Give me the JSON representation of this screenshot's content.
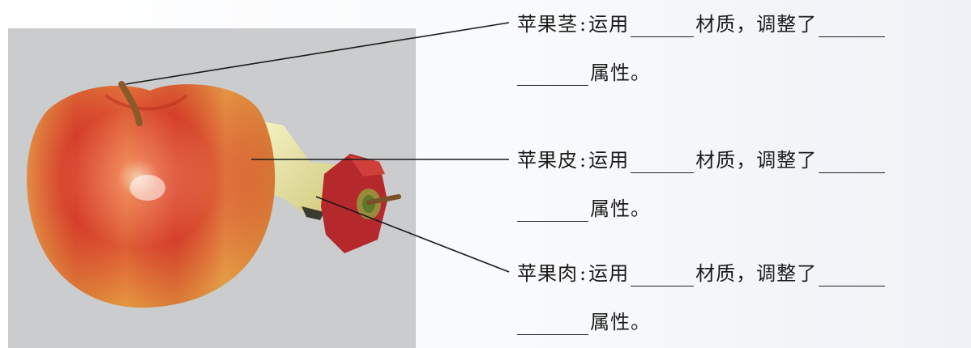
{
  "labels": [
    {
      "part": "苹果茎",
      "colon": ":",
      "prefix": "运用",
      "mid": "材质，调整了",
      "suffix": "属性。"
    },
    {
      "part": "苹果皮",
      "colon": ":",
      "prefix": "运用",
      "mid": "材质，调整了",
      "suffix": "属性。"
    },
    {
      "part": "苹果肉",
      "colon": ":",
      "prefix": "运用",
      "mid": "材质，调整了",
      "suffix": "属性。"
    }
  ],
  "colors": {
    "backdrop": "#cbcccd",
    "apple_red": "#d8432e",
    "apple_yellow": "#e9c85a",
    "core_yellow": "#ecebb0",
    "slice_red": "#b5282b",
    "stem_brown": "#8a5a2b"
  }
}
